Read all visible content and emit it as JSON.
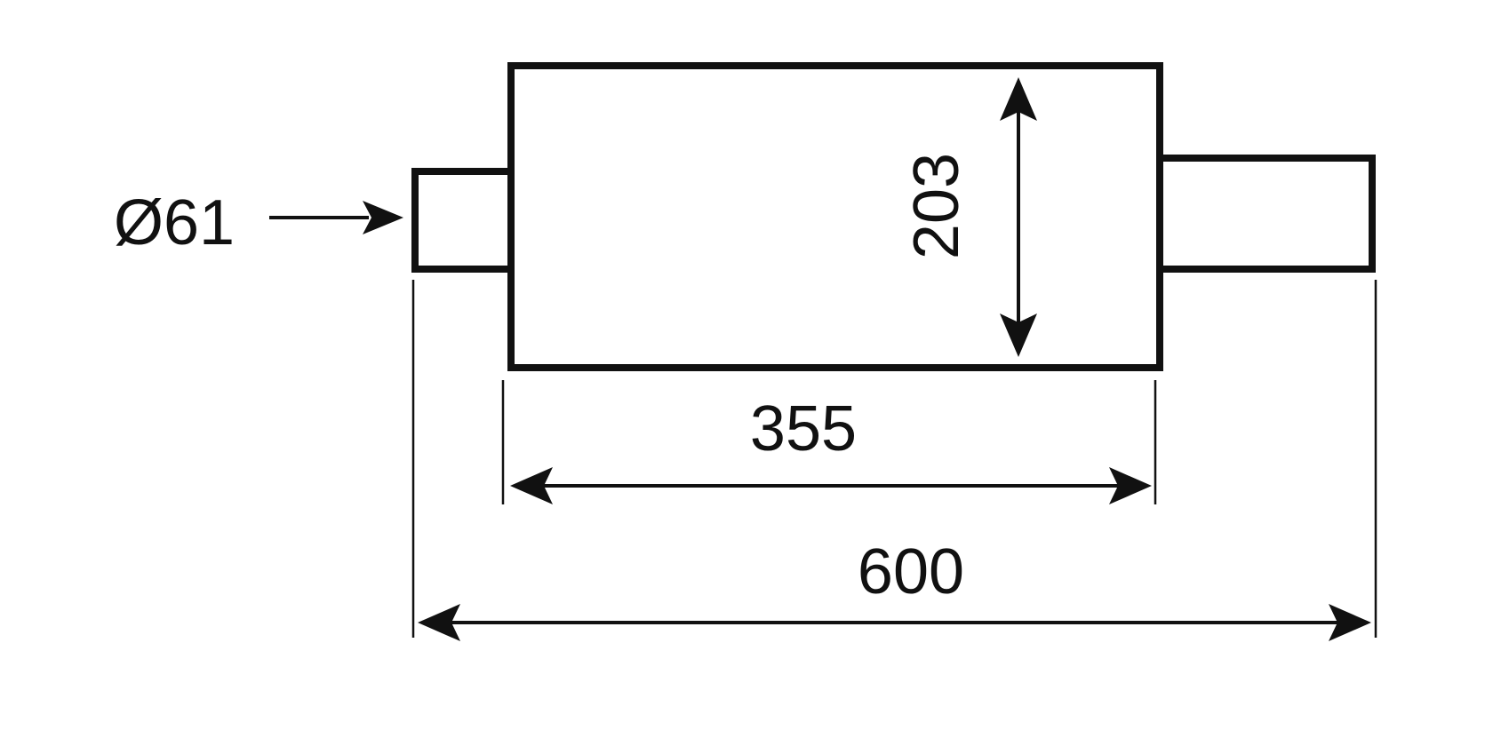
{
  "diagram": {
    "colors": {
      "line": "#111111",
      "background": "#ffffff"
    },
    "labels": {
      "pipe_diameter": "Ø61",
      "body_height": "203",
      "body_length": "355",
      "overall_length": "600"
    }
  }
}
